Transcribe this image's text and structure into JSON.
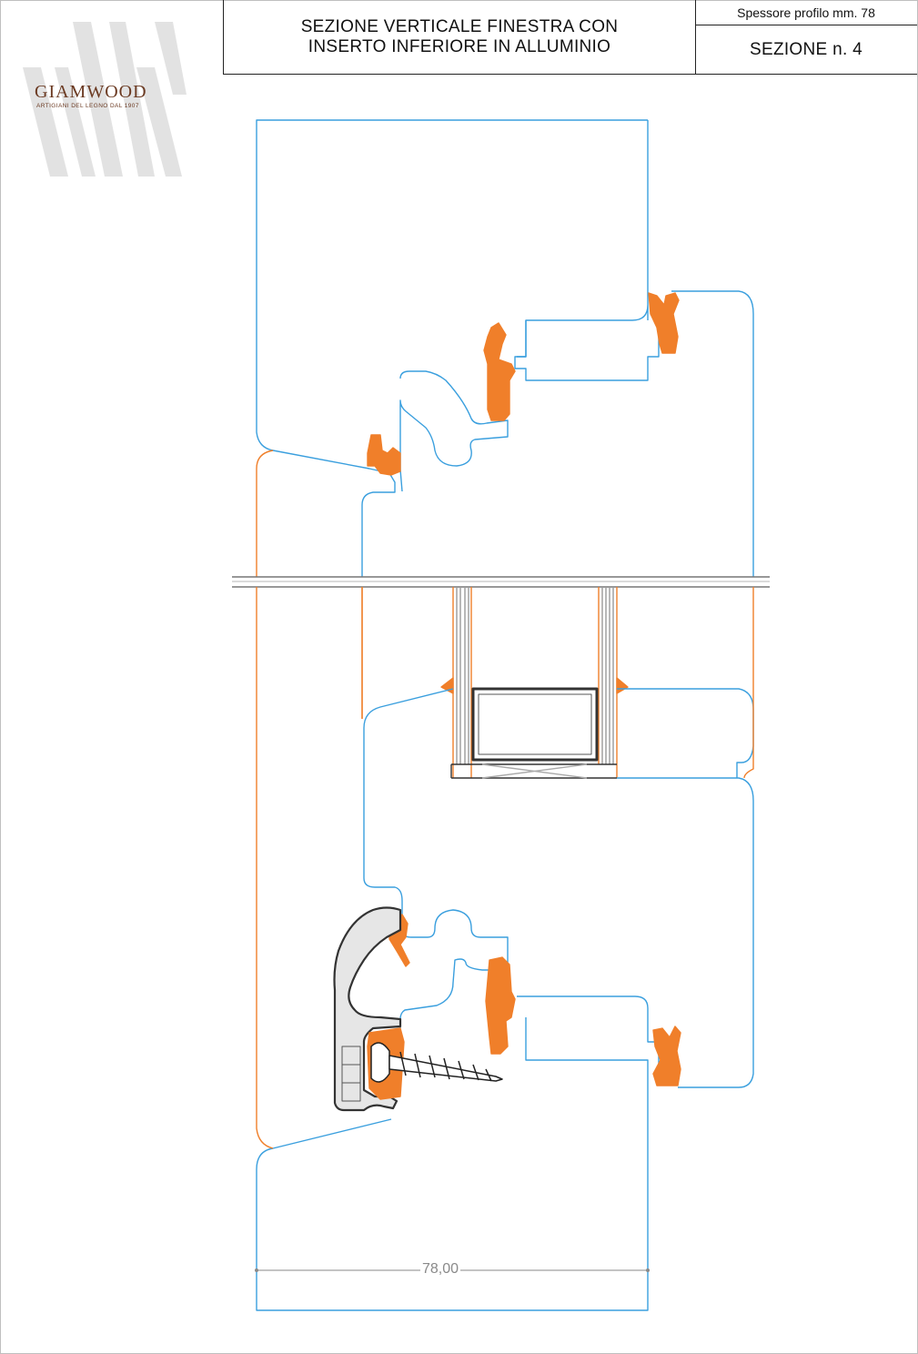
{
  "title": {
    "line1": "SEZIONE VERTICALE FINESTRA CON",
    "line2": "INSERTO INFERIORE IN ALLUMINIO",
    "thickness": "Spessore profilo mm. 78",
    "section": "SEZIONE n. 4"
  },
  "logo": {
    "name": "GIAMWOOD",
    "tagline": "ARTIGIANI DEL LEGNO DAL 1907"
  },
  "dimension": {
    "width_label": "78,00"
  },
  "colors": {
    "wood_outline": "#3a9fde",
    "frame_outline": "#f07f2a",
    "gasket": "#f07f2a",
    "aluminium": "#333333",
    "glass": "#9a9a9a"
  }
}
